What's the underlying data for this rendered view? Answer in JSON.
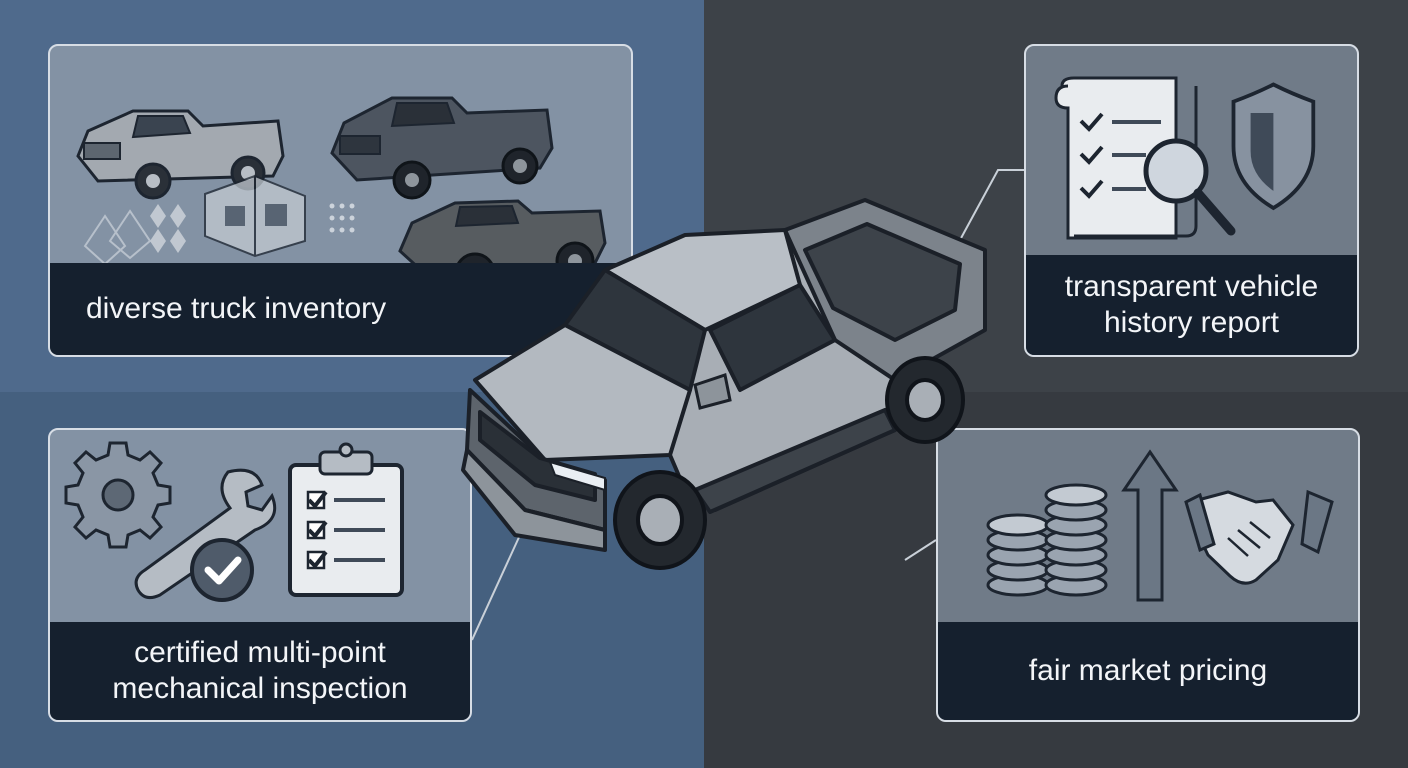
{
  "panels": {
    "inventory": {
      "label": "diverse truck inventory"
    },
    "history": {
      "line1": "transparent vehicle",
      "line2": "history report"
    },
    "inspection": {
      "line1": "certified multi-point",
      "line2": "mechanical inspection"
    },
    "pricing": {
      "label": "fair market pricing"
    }
  },
  "colors": {
    "caption_bg": "#15202e",
    "caption_text": "#f3f5f8",
    "left_bg": "#4f6a8c",
    "right_bg": "#3d4248",
    "truck": "#9ea4ab"
  }
}
